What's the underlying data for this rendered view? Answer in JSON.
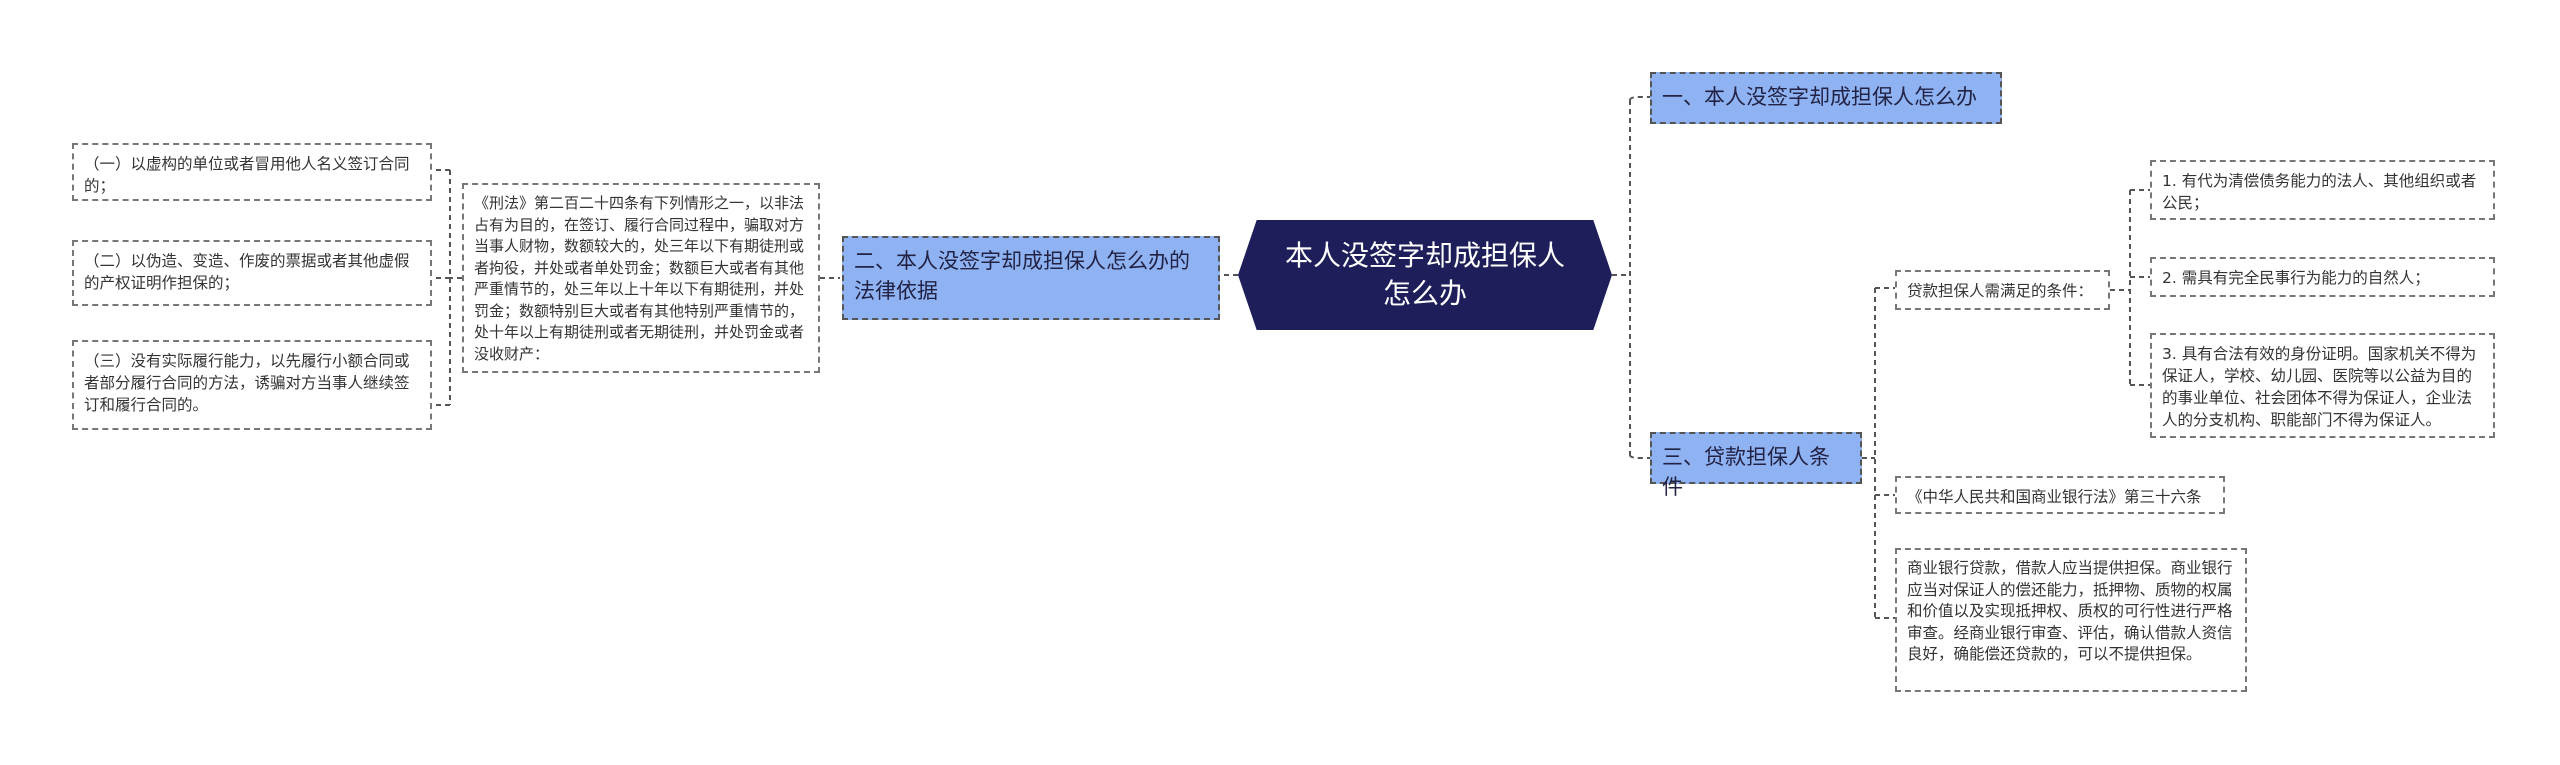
{
  "root": {
    "label": "本人没签字却成担保人怎么办"
  },
  "branches": {
    "b1": "一、本人没签字却成担保人怎么办",
    "b2": "二、本人没签字却成担保人怎么办的法律依据",
    "b3": "三、贷款担保人条件"
  },
  "left": {
    "criminal_law": "《刑法》第二百二十四条有下列情形之一，以非法占有为目的，在签订、履行合同过程中，骗取对方当事人财物，数额较大的，处三年以下有期徒刑或者拘役，并处或者单处罚金；数额巨大或者有其他严重情节的，处三年以上十年以下有期徒刑，并处罚金；数额特别巨大或者有其他特别严重情节的，处十年以上有期徒刑或者无期徒刑，并处罚金或者没收财产：",
    "items": [
      "（一）以虚构的单位或者冒用他人名义签订合同的；",
      "（二）以伪造、变造、作废的票据或者其他虚假的产权证明作担保的；",
      "（三）没有实际履行能力，以先履行小额合同或者部分履行合同的方法，诱骗对方当事人继续签订和履行合同的。"
    ]
  },
  "right": {
    "conditions_title": "贷款担保人需满足的条件：",
    "conditions": [
      "1. 有代为清偿债务能力的法人、其他组织或者公民；",
      "2. 需具有完全民事行为能力的自然人；",
      "3. 具有合法有效的身份证明。国家机关不得为保证人，学校、幼儿园、医院等以公益为目的的事业单位、社会团体不得为保证人，企业法人的分支机构、职能部门不得为保证人。"
    ],
    "bank_law": "《中华人民共和国商业银行法》第三十六条",
    "bank_text": "商业银行贷款，借款人应当提供担保。商业银行应当对保证人的偿还能力，抵押物、质物的权属和价值以及实现抵押权、质权的可行性进行严格审查。经商业银行审查、评估，确认借款人资信良好，确能偿还贷款的，可以不提供担保。"
  },
  "colors": {
    "root_bg": "#1e1e5a",
    "branch_bg": "#8fb3f2",
    "leaf_border": "#777777",
    "connector": "#555555"
  }
}
